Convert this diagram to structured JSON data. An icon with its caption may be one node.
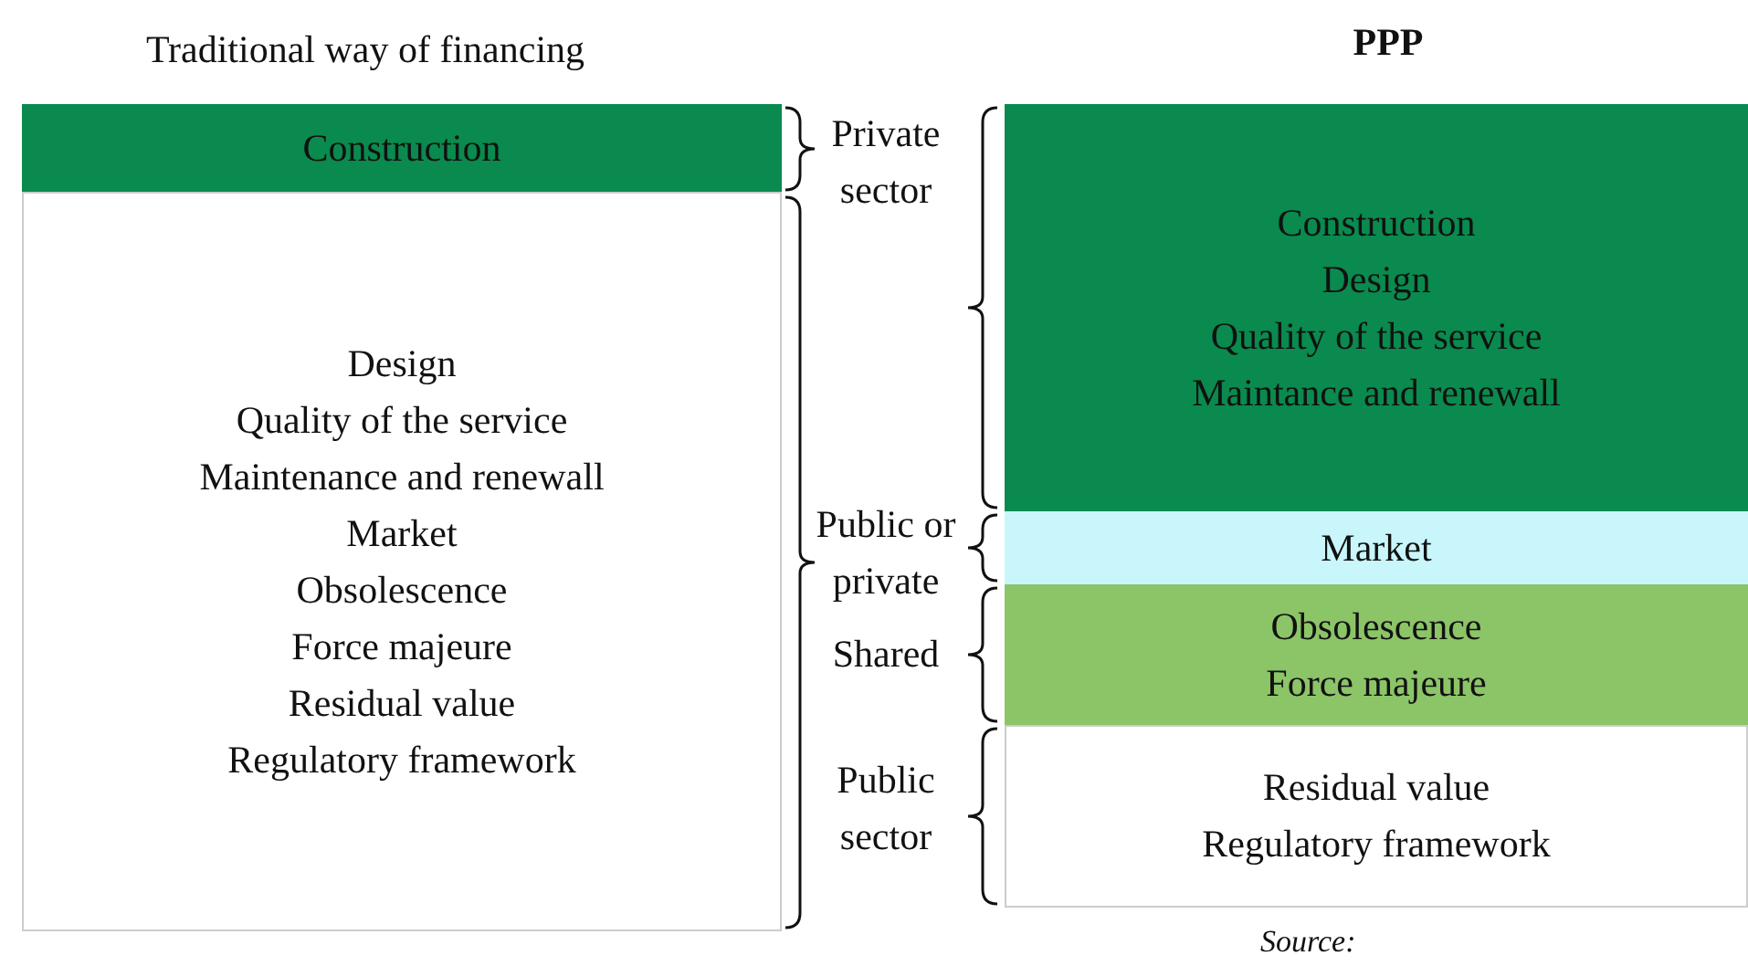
{
  "diagram": {
    "nodes": [
      {
        "text": [
          "Construction"
        ]
      },
      {
        "text": [
          "Design",
          "Quality of the service",
          "Maintenance and renewall",
          "Market",
          "Obsolescence",
          "Force majeure",
          "Residual value",
          "Regulatory framework"
        ]
      },
      {
        "text": [
          "Construction",
          "Design",
          "Quality of the service",
          "Maintance and renewall"
        ]
      },
      {
        "text": [
          "Market"
        ]
      },
      {
        "text": [
          "Obsolescence",
          "Force majeure"
        ]
      },
      {
        "text": [
          "Residual value",
          "Regulatory framework"
        ]
      }
    ],
    "labels": [
      "Traditional way of financing",
      "PPP",
      "Private sector",
      "Public or private",
      "Shared",
      "Public sector",
      "Source:"
    ]
  }
}
